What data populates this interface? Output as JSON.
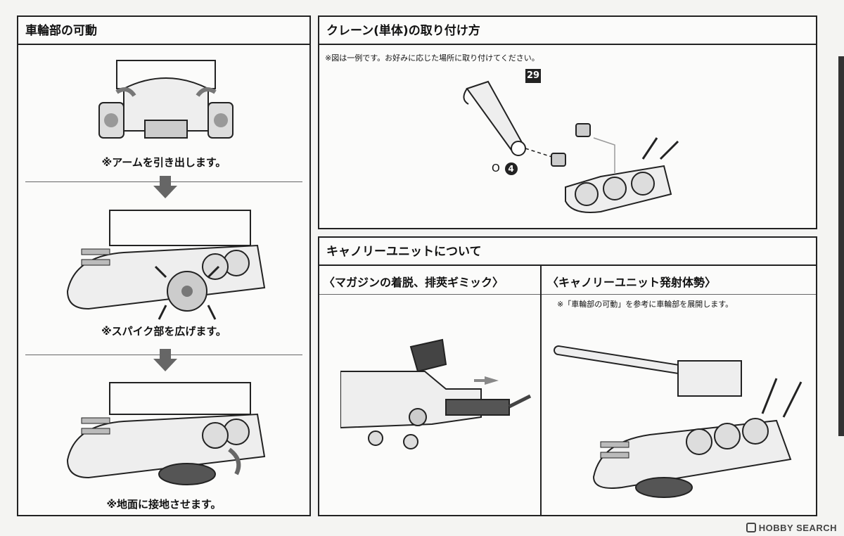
{
  "wheel_section": {
    "title": "車輪部の可動",
    "step1_caption": "※アームを引き出します。",
    "step2_caption": "※スパイク部を広げます。",
    "step3_caption": "※地面に接地させます。"
  },
  "crane_section": {
    "title": "クレーン(単体)の取り付け方",
    "note": "※図は一例です。お好みに応じた場所に取り付けてください。",
    "part_number": "29",
    "part_o": "O",
    "part_o_number": "4"
  },
  "canopy_section": {
    "title": "キャノリーユニットについて",
    "magazine_title": "〈マガジンの着脱、排莢ギミック〉",
    "firing_title": "〈キャノリーユニット発射体勢〉",
    "firing_note": "※「車輪部の可動」を参考に車輪部を展開します。"
  },
  "watermark": {
    "text": "HOBBY SEARCH"
  },
  "colors": {
    "border": "#222222",
    "arrow": "#666666",
    "paper": "#f4f4f2"
  }
}
